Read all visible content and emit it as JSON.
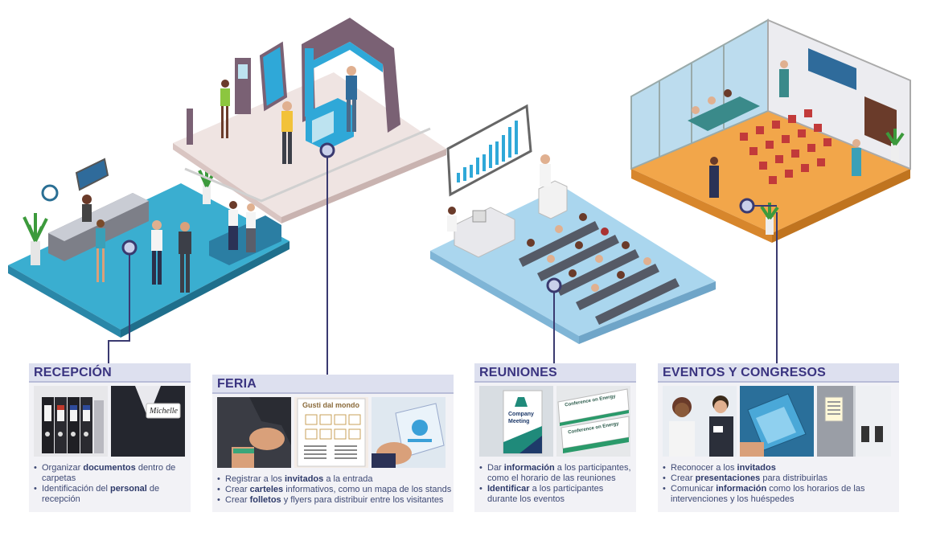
{
  "colors": {
    "title": "#3a3480",
    "text": "#3f4a75",
    "header_bg": "#dde0ef",
    "card_bg": "#f2f2f6",
    "connector": "#3a3a70",
    "floor_teal": "#3aaed0",
    "floor_light_blue": "#aad6ee",
    "floor_orange": "#f2a64a",
    "floor_beige": "#efe4e2"
  },
  "cards": {
    "recepcion": {
      "title": "RECEPCIÓN",
      "bullets": [
        [
          {
            "t": "Organizar "
          },
          {
            "t": "documentos",
            "b": true
          },
          {
            "t": " dentro de carpetas"
          }
        ],
        [
          {
            "t": "Identificación del "
          },
          {
            "t": "personal",
            "b": true
          },
          {
            "t": " de recepción"
          }
        ]
      ],
      "photo_labels": {
        "badge_name": "Michelle"
      }
    },
    "feria": {
      "title": "FERIA",
      "bullets": [
        [
          {
            "t": "Registrar a los "
          },
          {
            "t": "invitados",
            "b": true
          },
          {
            "t": " a la entrada"
          }
        ],
        [
          {
            "t": "Crear "
          },
          {
            "t": "carteles",
            "b": true
          },
          {
            "t": " informativos, como un mapa de los stands"
          }
        ],
        [
          {
            "t": "Crear "
          },
          {
            "t": "folletos",
            "b": true
          },
          {
            "t": " y flyers para distribuir entre los visitantes"
          }
        ]
      ],
      "photo_labels": {
        "poster_title": "Gusti dal mondo"
      }
    },
    "reuniones": {
      "title": "REUNIONES",
      "bullets": [
        [
          {
            "t": "Dar "
          },
          {
            "t": "información",
            "b": true
          },
          {
            "t": " a los participantes, como el horario de las reuniones"
          }
        ],
        [
          {
            "t": "Identificar",
            "b": true
          },
          {
            "t": " a los participantes durante los eventos"
          }
        ]
      ],
      "photo_labels": {
        "sign_line1": "Company",
        "sign_line2": "Meeting",
        "card_text": "Conference on Energy"
      }
    },
    "eventos": {
      "title": "EVENTOS Y CONGRESOS",
      "bullets": [
        [
          {
            "t": "Reconocer a los "
          },
          {
            "t": "invitados",
            "b": true
          }
        ],
        [
          {
            "t": "Crear "
          },
          {
            "t": "presentaciones",
            "b": true
          },
          {
            "t": " para distribuirlas"
          }
        ],
        [
          {
            "t": "Comunicar "
          },
          {
            "t": "información",
            "b": true
          },
          {
            "t": " como los horarios de las intervenciones y los huéspedes"
          }
        ]
      ]
    }
  }
}
